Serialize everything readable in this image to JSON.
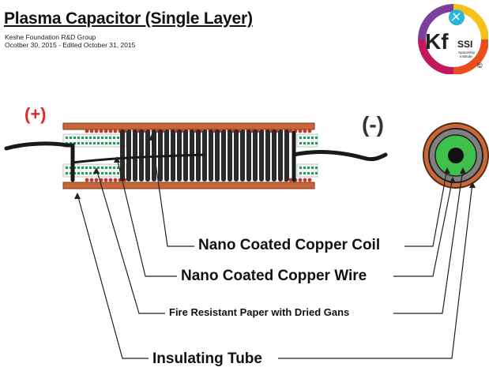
{
  "header": {
    "title": "Plasma Capacitor (Single Layer)",
    "org": "Keshe Foundation R&D Group",
    "date": "Ocotber 30, 2015 - Edited October 31, 2015"
  },
  "terminals": {
    "positive": "(+)",
    "negative": "(-)"
  },
  "labels": {
    "coil": "Nano Coated Copper Coil",
    "wire": "Nano Coated Copper Wire",
    "paper": "Fire Resistant Paper with Dried Gans",
    "tube": "Insulating Tube"
  },
  "logo": {
    "main": "Kf",
    "sub": "SSI",
    "tag1": "Spaceship",
    "tag2": "Institute",
    "mark": "©"
  },
  "colors": {
    "tube": "#c8683a",
    "coil": "#2a2a2a",
    "paper_dots": "#1e9c5a",
    "gans": "#c0392b",
    "positive": "#e0262b",
    "core_green": "#3fbf4c"
  }
}
